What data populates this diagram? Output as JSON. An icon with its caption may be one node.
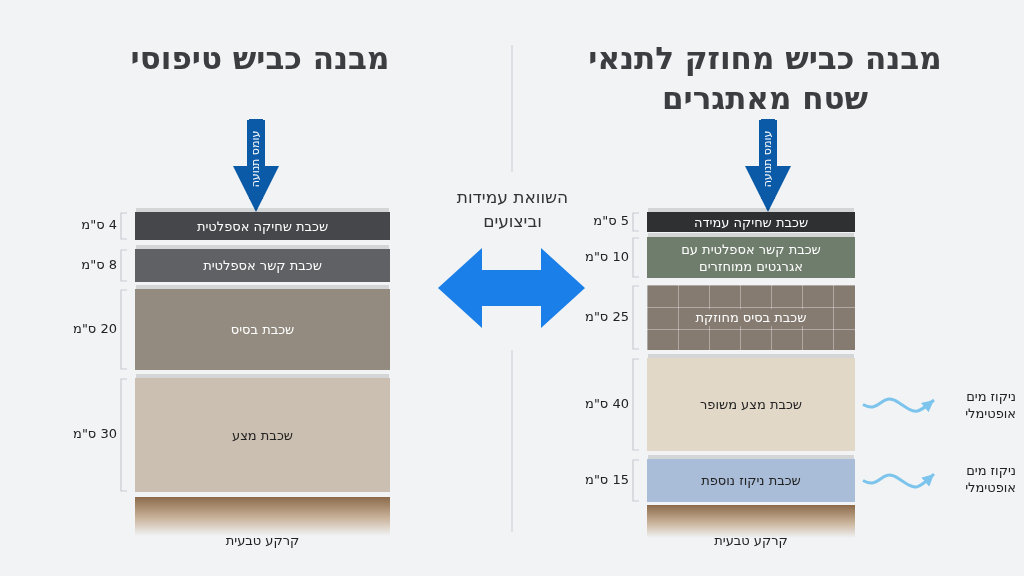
{
  "diagram": {
    "nodes": [
      {
        "text": [
          "שכבת שחיקה אספלטית"
        ],
        "beside": [
          "4 ס\"מ"
        ]
      },
      {
        "text": [
          "שכבת קשר אספלטית"
        ],
        "beside": [
          "8 ס\"מ"
        ]
      },
      {
        "text": [
          "שכבת בסיס"
        ],
        "beside": [
          "20 ס\"מ"
        ]
      },
      {
        "text": [
          "שכבת מצע"
        ],
        "beside": [
          "30 ס\"מ"
        ]
      },
      {
        "text": [
          "קרקע טבעית"
        ]
      },
      {
        "text": [
          "שכבת שחיקה עמידה"
        ],
        "beside": [
          "5 ס\"מ"
        ]
      },
      {
        "text": [
          "שכבת קשר אספלטית עם אגרגטים ממוחזרים"
        ],
        "beside": [
          "10 ס\"מ"
        ]
      },
      {
        "text": [
          "שכבת בסיס מחוזקת"
        ],
        "beside": [
          "25 ס\"מ"
        ]
      },
      {
        "text": [
          "שכבת מצע משופר"
        ],
        "beside": [
          "40 ס\"מ"
        ]
      },
      {
        "text": [
          "שכבת ניקוז נוספת"
        ],
        "beside": [
          "15 ס\"מ"
        ]
      },
      {
        "text": [
          "קרקע טבעית"
        ]
      },
      {
        "text": [
          "ניקוז מים אופטימלי"
        ]
      },
      {
        "text": [
          "ניקוז מים אופטימלי"
        ]
      }
    ],
    "edges": [
      {
        "from": null,
        "to": 0,
        "arrow": "to",
        "label": "עומס תנועה",
        "style": "thick"
      },
      {
        "from": null,
        "to": 5,
        "arrow": "to",
        "label": "עומס תנועה",
        "style": "thick"
      },
      {
        "from": 8,
        "to": 11,
        "arrow": "to",
        "color": "#7cc4ec"
      },
      {
        "from": 9,
        "to": 12,
        "arrow": "to",
        "color": "#7cc4ec"
      }
    ],
    "labels": [
      "מבנה כביש טיפוסי",
      "מבנה כביש מחוזק לתנאי שטח מאתגרים",
      "השוואת עמידות וביצועים"
    ]
  }
}
